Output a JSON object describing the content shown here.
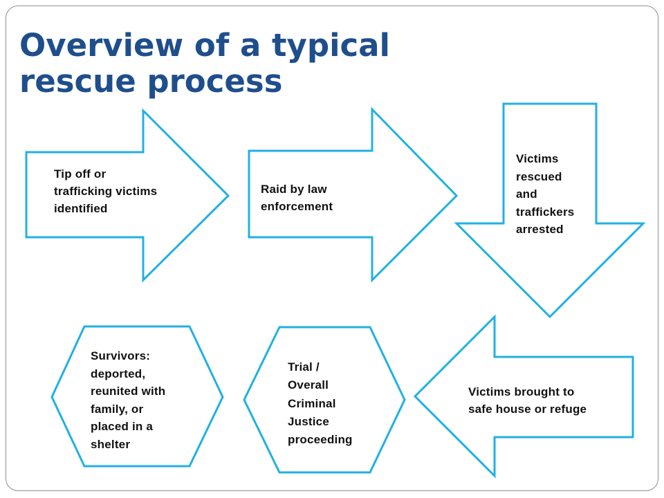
{
  "title": "Overview of a typical rescue process",
  "colors": {
    "title": "#1f4e8c",
    "shape_outline": "#21b0e3",
    "shape_fill": "#ffffff",
    "text": "#111111",
    "frame": "#8f8f8f"
  },
  "steps": [
    {
      "shape": "arrow-right",
      "label": "Tip off or\ntrafficking victims\nidentified"
    },
    {
      "shape": "arrow-right",
      "label": "Raid by law\nenforcement"
    },
    {
      "shape": "arrow-down",
      "label": "Victims\nrescued\nand\ntraffickers\narrested"
    },
    {
      "shape": "arrow-left",
      "label": "Victims brought to\nsafe house or refuge"
    },
    {
      "shape": "hexagon",
      "label": "Trial /\nOverall\nCriminal\nJustice\nproceeding"
    },
    {
      "shape": "hexagon",
      "label": "Survivors:\ndeported,\nreunited with\nfamily, or\nplaced in a\nshelter"
    }
  ]
}
